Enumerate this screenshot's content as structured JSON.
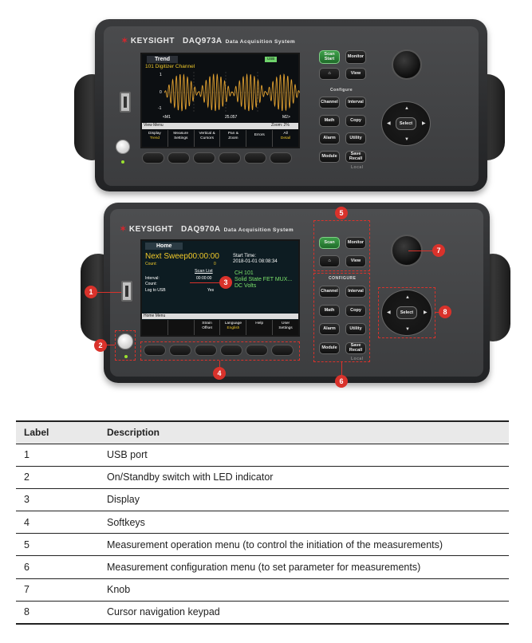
{
  "top_instrument": {
    "brand": "KEYSIGHT",
    "model": "DAQ973A",
    "subtitle": "Data Acquisition System",
    "screen": {
      "tab": "Trend",
      "badge": "USB",
      "channel_line": "101 Digitizer Channel",
      "y_ticks": [
        "1",
        "0",
        "-1"
      ],
      "marker_left": "<M1",
      "marker_mid": "25.057",
      "marker_right": "M2>",
      "menu_name": "View Menu",
      "zoom": "Zoom: 2%",
      "softkeys": [
        {
          "line1": "Display",
          "line2": "Trend"
        },
        {
          "line1": "Measure",
          "line2": "Settings"
        },
        {
          "line1": "Vertical &",
          "line2": "Cursors"
        },
        {
          "line1": "Pan &",
          "line2": "Zoom"
        },
        {
          "line1": "Errors",
          "line2": ""
        },
        {
          "line1": "All",
          "line2": "Detail"
        }
      ]
    },
    "buttons": {
      "scan_start": "Scan Start",
      "monitor": "Monitor",
      "home_icon": "home-icon",
      "view": "View",
      "configure": "Configure",
      "channel": "Channel",
      "interval": "Interval",
      "math": "Math",
      "copy": "Copy",
      "alarm": "Alarm",
      "utility": "Utility",
      "module": "Module",
      "save_recall": "Save Recall",
      "local": "Local",
      "select": "Select"
    }
  },
  "bottom_instrument": {
    "brand": "KEYSIGHT",
    "model": "DAQ970A",
    "subtitle": "Data Acquisition System",
    "screen": {
      "tab": "Home",
      "next_sweep_label": "Next Sweep:",
      "next_sweep_value": "00:00:00",
      "count_label": "Count:",
      "count_value": "0",
      "start_time_label": "Start Time:",
      "start_time_value": "2018-01-01  08:08:34",
      "scan_list": "Scan List",
      "interval_label": "Interval:",
      "interval_value": "00:00:00",
      "count2_label": "Count:",
      "log_label": "Log to USB",
      "log_value": "Yes",
      "ch_line1": "CH 101",
      "ch_line2": "Solid State FET MUX...",
      "ch_line3": "DC Volts",
      "menu_name": "Home Menu",
      "softkeys": [
        {
          "line1": "",
          "line2": ""
        },
        {
          "line1": "",
          "line2": ""
        },
        {
          "line1": "Strain",
          "line2": "Offset"
        },
        {
          "line1": "Language",
          "line2": "English"
        },
        {
          "line1": "Help",
          "line2": ""
        },
        {
          "line1": "User",
          "line2": "Settings"
        }
      ]
    },
    "buttons": {
      "scan": "Scan",
      "monitor": "Monitor",
      "view": "View",
      "configure": "CONFIGURE",
      "channel": "Channel",
      "interval": "Interval",
      "math": "Math",
      "copy": "Copy",
      "alarm": "Alarm",
      "utility": "Utility",
      "module": "Module",
      "save_recall": "Save Recall",
      "local": "Local",
      "select": "Select"
    },
    "callouts": [
      "1",
      "2",
      "3",
      "4",
      "5",
      "6",
      "7",
      "8"
    ]
  },
  "table": {
    "headers": [
      "Label",
      "Description"
    ],
    "rows": [
      {
        "label": "1",
        "description": "USB port"
      },
      {
        "label": "2",
        "description": "On/Standby switch with LED indicator"
      },
      {
        "label": "3",
        "description": "Display"
      },
      {
        "label": "4",
        "description": "Softkeys"
      },
      {
        "label": "5",
        "description": "Measurement operation menu (to control the initiation of the measurements)"
      },
      {
        "label": "6",
        "description": "Measurement configuration menu (to set parameter for measurements)"
      },
      {
        "label": "7",
        "description": "Knob"
      },
      {
        "label": "8",
        "description": "Cursor navigation keypad"
      }
    ]
  },
  "colors": {
    "callout": "#d9322b",
    "screen_yellow": "#f0c92a",
    "screen_green": "#7be36b",
    "waveform": "#e0a030"
  }
}
